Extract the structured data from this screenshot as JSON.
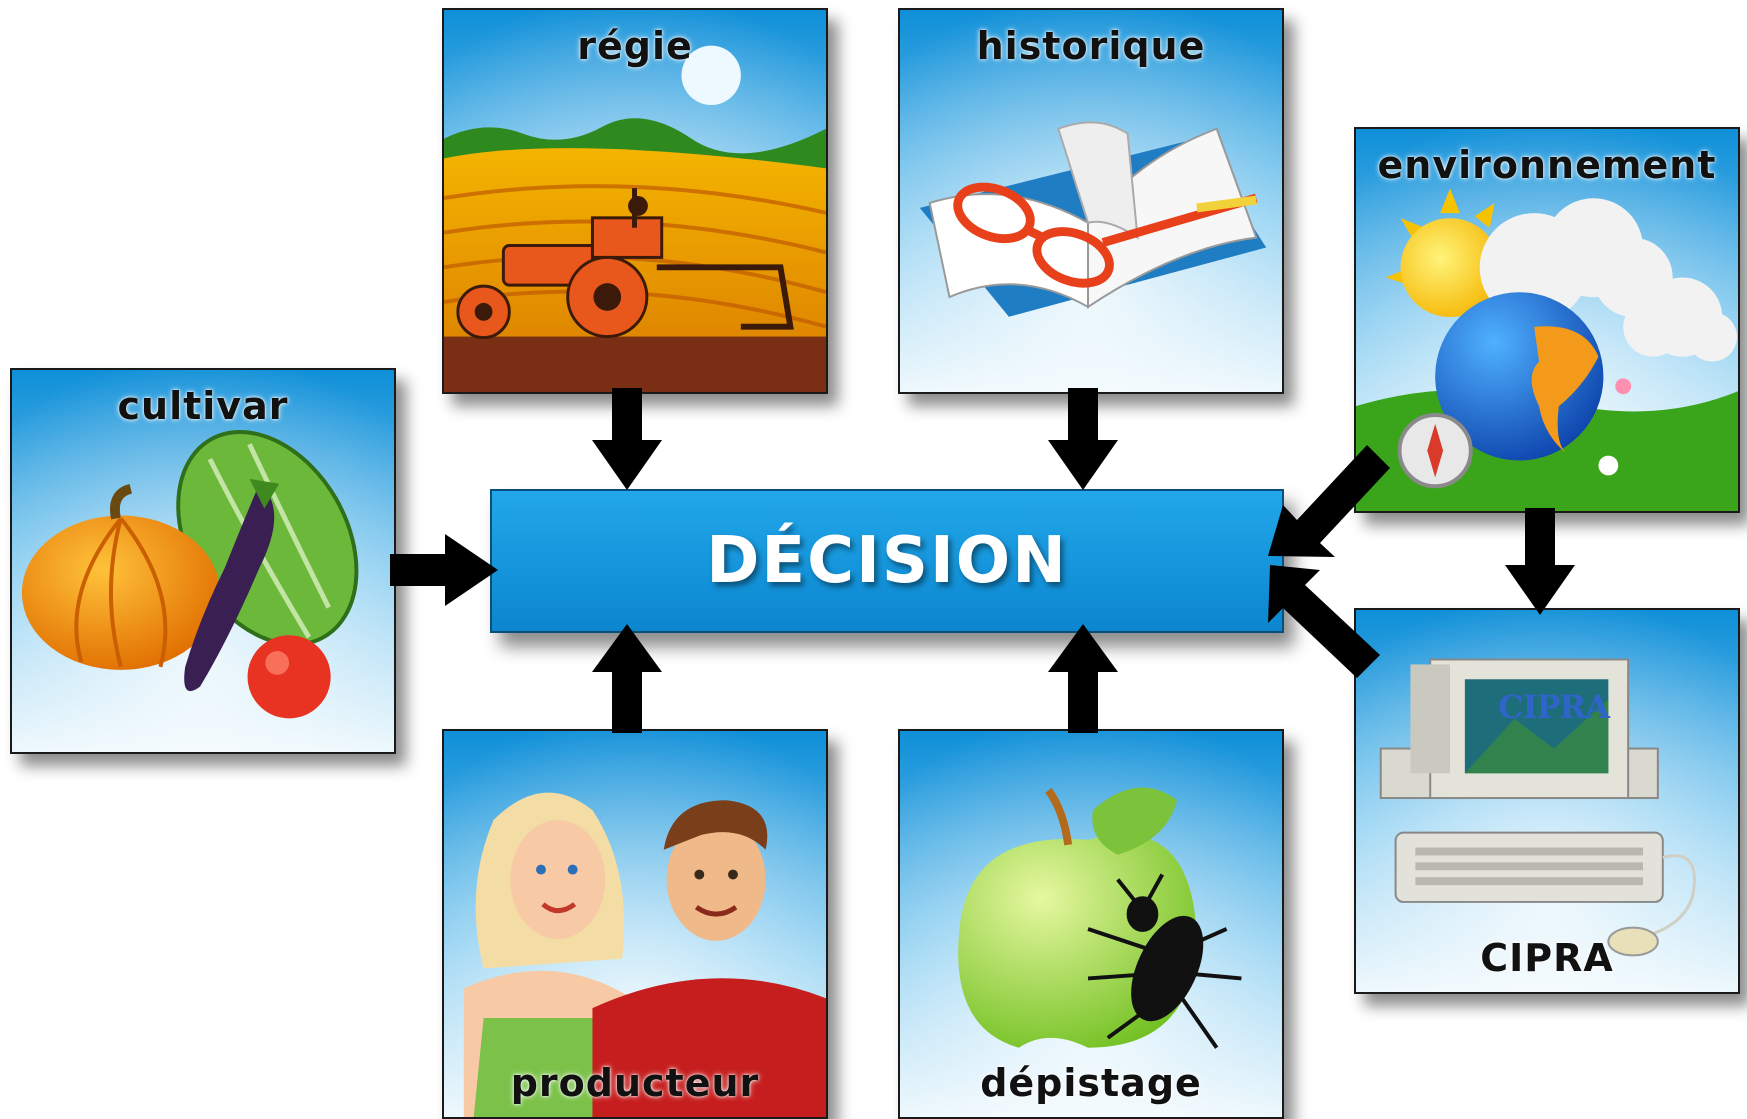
{
  "center": {
    "label": "DÉCISION"
  },
  "panels": {
    "regie": {
      "label": "régie"
    },
    "historique": {
      "label": "historique"
    },
    "environnement": {
      "label": "environnement"
    },
    "cultivar": {
      "label": "cultivar"
    },
    "producteur": {
      "label": "producteur"
    },
    "depistage": {
      "label": "dépistage"
    },
    "cipra": {
      "label": "CIPRA",
      "screen_text": "CIPRA"
    }
  },
  "colors": {
    "sky_top": "#0f8fd8",
    "sky_bottom": "#dff2fb",
    "decision_box": "#1499e0",
    "arrow": "#000000"
  },
  "icons": [
    "tractor-field-icon",
    "book-glasses-icon",
    "sun-cloud-globe-icon",
    "vegetables-icon",
    "farmer-couple-icon",
    "apple-beetle-icon",
    "computer-icon"
  ]
}
